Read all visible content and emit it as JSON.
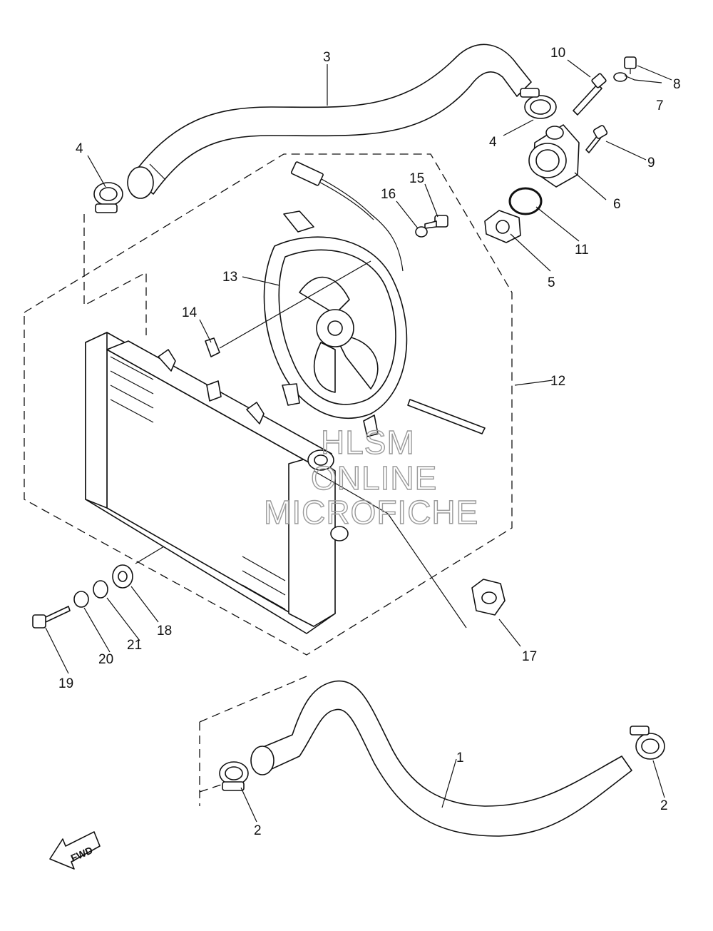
{
  "diagram": {
    "callouts": [
      {
        "id": "c1",
        "text": "1"
      },
      {
        "id": "c2a",
        "text": "2"
      },
      {
        "id": "c2b",
        "text": "2"
      },
      {
        "id": "c3",
        "text": "3"
      },
      {
        "id": "c4a",
        "text": "4"
      },
      {
        "id": "c4b",
        "text": "4"
      },
      {
        "id": "c5",
        "text": "5"
      },
      {
        "id": "c6",
        "text": "6"
      },
      {
        "id": "c7",
        "text": "7"
      },
      {
        "id": "c8",
        "text": "8"
      },
      {
        "id": "c9",
        "text": "9"
      },
      {
        "id": "c10",
        "text": "10"
      },
      {
        "id": "c11",
        "text": "11"
      },
      {
        "id": "c12",
        "text": "12"
      },
      {
        "id": "c13",
        "text": "13"
      },
      {
        "id": "c14",
        "text": "14"
      },
      {
        "id": "c15",
        "text": "15"
      },
      {
        "id": "c16",
        "text": "16"
      },
      {
        "id": "c17",
        "text": "17"
      },
      {
        "id": "c18",
        "text": "18"
      },
      {
        "id": "c19",
        "text": "19"
      },
      {
        "id": "c20",
        "text": "20"
      },
      {
        "id": "c21",
        "text": "21"
      }
    ],
    "watermark": {
      "line1": "HLSM",
      "line2": "ONLINE",
      "line3": "MICROFICHE"
    },
    "fwd_label": "FWD"
  }
}
